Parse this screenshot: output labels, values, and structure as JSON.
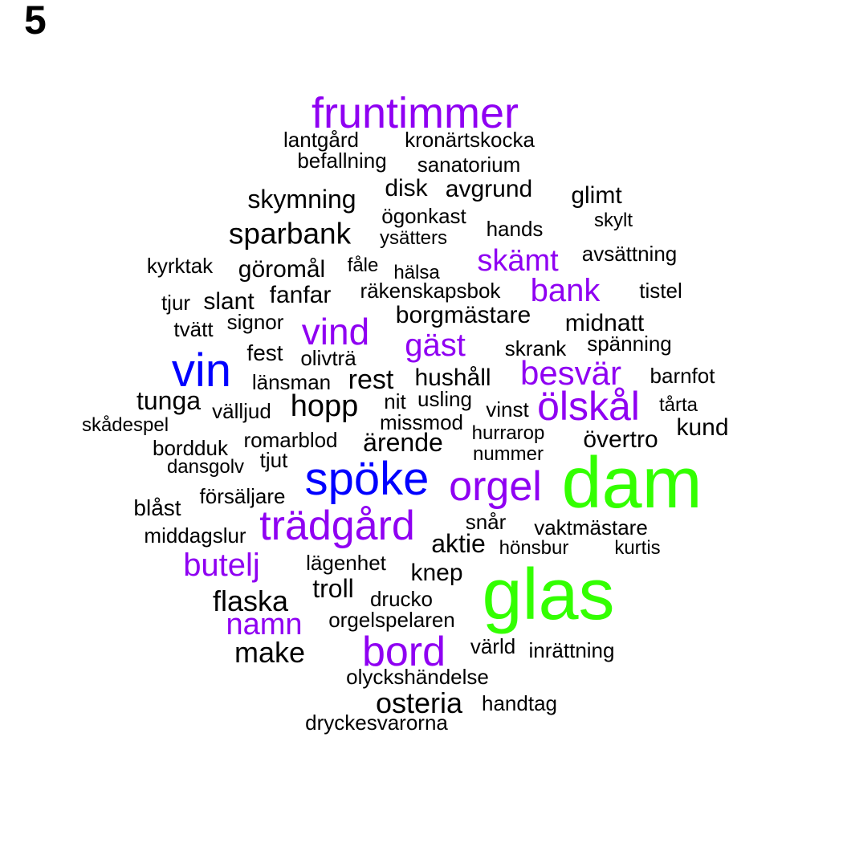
{
  "panel_label": "5",
  "colors": {
    "black": "#000000",
    "purple": "#8f00f2",
    "blue": "#0000ff",
    "green": "#33ff00"
  },
  "words": [
    {
      "text": "fruntimmer",
      "color": "purple"
    },
    {
      "text": "lantgård",
      "color": "black"
    },
    {
      "text": "kronärtskocka",
      "color": "black"
    },
    {
      "text": "befallning",
      "color": "black"
    },
    {
      "text": "sanatorium",
      "color": "black"
    },
    {
      "text": "disk",
      "color": "black"
    },
    {
      "text": "avgrund",
      "color": "black"
    },
    {
      "text": "skymning",
      "color": "black"
    },
    {
      "text": "glimt",
      "color": "black"
    },
    {
      "text": "ögonkast",
      "color": "black"
    },
    {
      "text": "skylt",
      "color": "black"
    },
    {
      "text": "sparbank",
      "color": "black"
    },
    {
      "text": "hands",
      "color": "black"
    },
    {
      "text": "ysätters",
      "color": "black"
    },
    {
      "text": "avsättning",
      "color": "black"
    },
    {
      "text": "skämt",
      "color": "purple"
    },
    {
      "text": "kyrktak",
      "color": "black"
    },
    {
      "text": "göromål",
      "color": "black"
    },
    {
      "text": "fåle",
      "color": "black"
    },
    {
      "text": "hälsa",
      "color": "black"
    },
    {
      "text": "bank",
      "color": "purple"
    },
    {
      "text": "tistel",
      "color": "black"
    },
    {
      "text": "fanfar",
      "color": "black"
    },
    {
      "text": "räkenskapsbok",
      "color": "black"
    },
    {
      "text": "tjur",
      "color": "black"
    },
    {
      "text": "slant",
      "color": "black"
    },
    {
      "text": "borgmästare",
      "color": "black"
    },
    {
      "text": "midnatt",
      "color": "black"
    },
    {
      "text": "signor",
      "color": "black"
    },
    {
      "text": "vind",
      "color": "purple"
    },
    {
      "text": "tvätt",
      "color": "black"
    },
    {
      "text": "gäst",
      "color": "purple"
    },
    {
      "text": "skrank",
      "color": "black"
    },
    {
      "text": "spänning",
      "color": "black"
    },
    {
      "text": "fest",
      "color": "black"
    },
    {
      "text": "olivträ",
      "color": "black"
    },
    {
      "text": "vin",
      "color": "blue"
    },
    {
      "text": "besvär",
      "color": "purple"
    },
    {
      "text": "barnfot",
      "color": "black"
    },
    {
      "text": "länsman",
      "color": "black"
    },
    {
      "text": "rest",
      "color": "black"
    },
    {
      "text": "hushåll",
      "color": "black"
    },
    {
      "text": "tunga",
      "color": "black"
    },
    {
      "text": "nit",
      "color": "black"
    },
    {
      "text": "usling",
      "color": "black"
    },
    {
      "text": "ölskål",
      "color": "purple"
    },
    {
      "text": "tårta",
      "color": "black"
    },
    {
      "text": "hopp",
      "color": "black"
    },
    {
      "text": "välljud",
      "color": "black"
    },
    {
      "text": "vinst",
      "color": "black"
    },
    {
      "text": "skådespel",
      "color": "black"
    },
    {
      "text": "missmod",
      "color": "black"
    },
    {
      "text": "kund",
      "color": "black"
    },
    {
      "text": "hurrarop",
      "color": "black"
    },
    {
      "text": "romarblod",
      "color": "black"
    },
    {
      "text": "ärende",
      "color": "black"
    },
    {
      "text": "övertro",
      "color": "black"
    },
    {
      "text": "bordduk",
      "color": "black"
    },
    {
      "text": "nummer",
      "color": "black"
    },
    {
      "text": "tjut",
      "color": "black"
    },
    {
      "text": "dansgolv",
      "color": "black"
    },
    {
      "text": "spöke",
      "color": "blue"
    },
    {
      "text": "dam",
      "color": "green"
    },
    {
      "text": "orgel",
      "color": "purple"
    },
    {
      "text": "försäljare",
      "color": "black"
    },
    {
      "text": "blåst",
      "color": "black"
    },
    {
      "text": "trädgård",
      "color": "purple"
    },
    {
      "text": "snår",
      "color": "black"
    },
    {
      "text": "vaktmästare",
      "color": "black"
    },
    {
      "text": "middagslur",
      "color": "black"
    },
    {
      "text": "aktie",
      "color": "black"
    },
    {
      "text": "hönsbur",
      "color": "black"
    },
    {
      "text": "kurtis",
      "color": "black"
    },
    {
      "text": "butelj",
      "color": "purple"
    },
    {
      "text": "lägenhet",
      "color": "black"
    },
    {
      "text": "knep",
      "color": "black"
    },
    {
      "text": "troll",
      "color": "black"
    },
    {
      "text": "glas",
      "color": "green"
    },
    {
      "text": "flaska",
      "color": "black"
    },
    {
      "text": "drucko",
      "color": "black"
    },
    {
      "text": "namn",
      "color": "purple"
    },
    {
      "text": "orgelspelaren",
      "color": "black"
    },
    {
      "text": "bord",
      "color": "purple"
    },
    {
      "text": "värld",
      "color": "black"
    },
    {
      "text": "inrättning",
      "color": "black"
    },
    {
      "text": "make",
      "color": "black"
    },
    {
      "text": "olyckshändelse",
      "color": "black"
    },
    {
      "text": "osteria",
      "color": "black"
    },
    {
      "text": "handtag",
      "color": "black"
    },
    {
      "text": "dryckesvarorna",
      "color": "black"
    }
  ]
}
